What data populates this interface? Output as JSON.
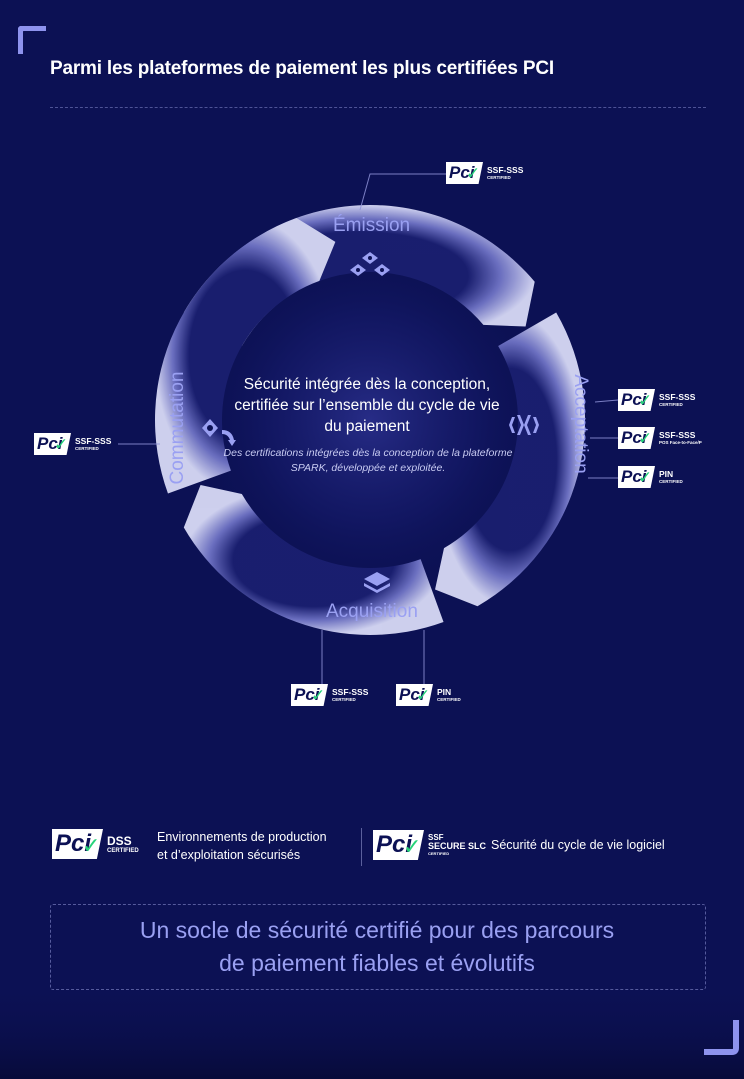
{
  "page": {
    "title": "Parmi les plateformes de paiement les plus certifiées PCI"
  },
  "cycle": {
    "center_main": "Sécurité intégrée dès la conception, certifiée sur l’ensemble du cycle de vie du paiement",
    "center_sub": "Des certifications intégrées dès la conception de la plateforme SPARK, développée et exploitée.",
    "stages": {
      "emission": "Émission",
      "acceptation": "Acceptation",
      "acquisition": "Acquisition",
      "commutation": "Commutation"
    },
    "icons": {
      "emission": "diamond-cluster-icon",
      "acceptation": "signal-waves-icon",
      "acquisition": "stacked-layers-icon",
      "commutation": "switch-arrows-icon"
    }
  },
  "badges": {
    "emission_ssf": {
      "logo": "Pci",
      "name": "SSF-SSS",
      "sub": "CERTIFIED"
    },
    "acceptation_ssf": {
      "logo": "Pci",
      "name": "SSF-SSS",
      "sub": "CERTIFIED"
    },
    "acceptation_pos": {
      "logo": "Pci",
      "name": "SSF-SSS",
      "sub": "POS Face-to-Face/P"
    },
    "acceptation_pin": {
      "logo": "Pci",
      "name": "PIN",
      "sub": "CERTIFIED"
    },
    "commutation_ssf": {
      "logo": "Pci",
      "name": "SSF-SSS",
      "sub": "CERTIFIED"
    },
    "acquisition_ssf": {
      "logo": "Pci",
      "name": "SSF-SSS",
      "sub": "CERTIFIED"
    },
    "acquisition_pin": {
      "logo": "Pci",
      "name": "PIN",
      "sub": "CERTIFIED"
    }
  },
  "bottom": {
    "dss": {
      "logo": "Pci",
      "name": "DSS",
      "sub": "CERTIFIED",
      "desc_line1": "Environnements de production",
      "desc_line2": "et d’exploitation sécurisés"
    },
    "slc": {
      "logo": "Pci",
      "name_line1": "SSF",
      "name_line2": "SECURE SLC",
      "sub": "CERTIFIED",
      "desc": "Sécurité du cycle de vie logiciel"
    }
  },
  "tagline": {
    "line1": "Un socle de sécurité certifié pour des parcours",
    "line2": "de paiement fiables et évolutifs"
  },
  "colors": {
    "background": "#0c1154",
    "accent": "#9aa0f2",
    "check_green": "#27d37a",
    "ring_light": "#c9cbf2"
  }
}
